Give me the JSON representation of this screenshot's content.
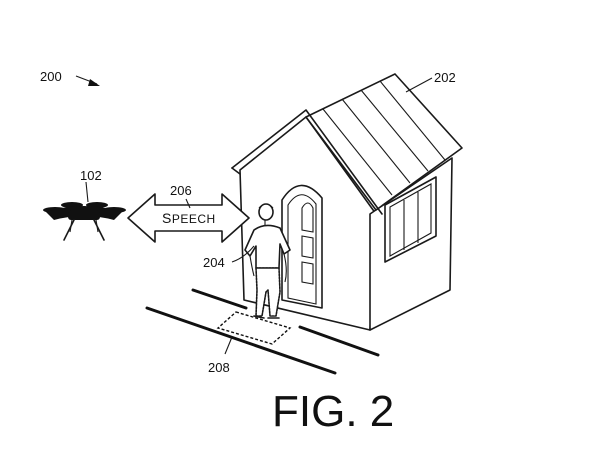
{
  "figure": {
    "ref_200": "200",
    "ref_202": "202",
    "ref_102": "102",
    "ref_206": "206",
    "ref_204": "204",
    "ref_208": "208",
    "speech_first": "S",
    "speech_rest": "PEECH",
    "fig_label": "FIG. 2"
  },
  "colors": {
    "ink": "#111111",
    "background": "#ffffff"
  }
}
